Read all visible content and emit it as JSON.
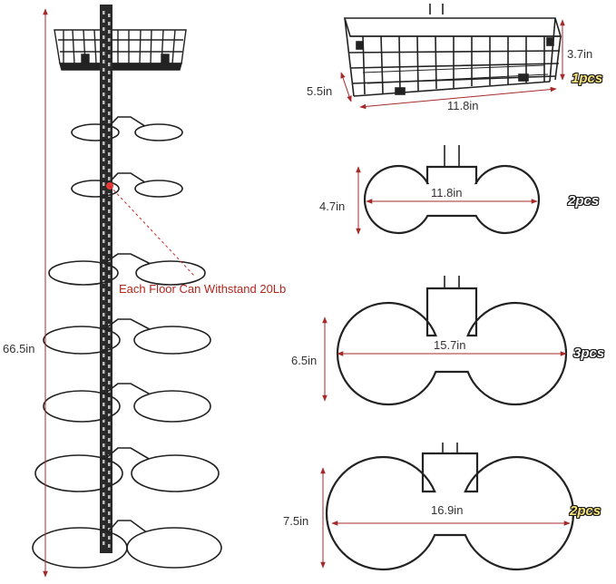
{
  "rack": {
    "total_height": "66.5in",
    "annotation": "Each Floor Can Withstand 20Lb"
  },
  "basket": {
    "depth": "5.5in",
    "width": "11.8in",
    "height": "3.7in",
    "quantity": "1pcs"
  },
  "holder_small": {
    "height": "4.7in",
    "width": "11.8in",
    "quantity": "2pcs"
  },
  "holder_medium": {
    "height": "6.5in",
    "width": "15.7in",
    "quantity": "3pcs"
  },
  "holder_large": {
    "height": "7.5in",
    "width": "16.9in",
    "quantity": "2pcs"
  },
  "colors": {
    "dimension_line": "#a52a2a",
    "metal": "#222222"
  }
}
